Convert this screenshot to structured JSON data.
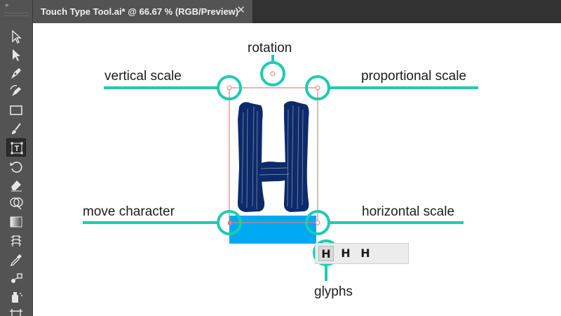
{
  "document_tab": {
    "title": "Touch Type Tool.ai* @ 66.67 % (RGB/Preview)",
    "close_glyph": "✕"
  },
  "toolbar": {
    "collapse_glyph": "»",
    "tools": [
      {
        "name": "selection-tool-icon"
      },
      {
        "name": "direct-selection-tool-icon"
      },
      {
        "name": "pen-tool-icon"
      },
      {
        "name": "curvature-tool-icon"
      },
      {
        "name": "rectangle-tool-icon"
      },
      {
        "name": "paintbrush-tool-icon"
      },
      {
        "name": "touch-type-tool-icon",
        "active": true
      },
      {
        "name": "rotate-tool-icon"
      },
      {
        "name": "eraser-tool-icon"
      },
      {
        "name": "shape-builder-tool-icon"
      },
      {
        "name": "gradient-tool-icon"
      },
      {
        "name": "mesh-tool-icon"
      },
      {
        "name": "eyedropper-tool-icon"
      },
      {
        "name": "blend-tool-icon"
      },
      {
        "name": "symbol-sprayer-tool-icon"
      },
      {
        "name": "artboard-tool-icon"
      }
    ]
  },
  "annotations": {
    "rotation": "rotation",
    "vertical_scale": "vertical scale",
    "proportional_scale": "proportional scale",
    "move_character": "move character",
    "horizontal_scale": "horizontal scale",
    "glyphs": "glyphs"
  },
  "glyph_bar": {
    "glyphs": [
      "H",
      "H",
      "H"
    ]
  },
  "artwork": {
    "character": "H"
  },
  "colors": {
    "callout_teal": "#1fcbb0",
    "bounding_box": "#f07a7a",
    "glyph_navy": "#0d2a6a",
    "highlight_blue": "#00aaf2",
    "toolbar_bg": "#535353"
  }
}
